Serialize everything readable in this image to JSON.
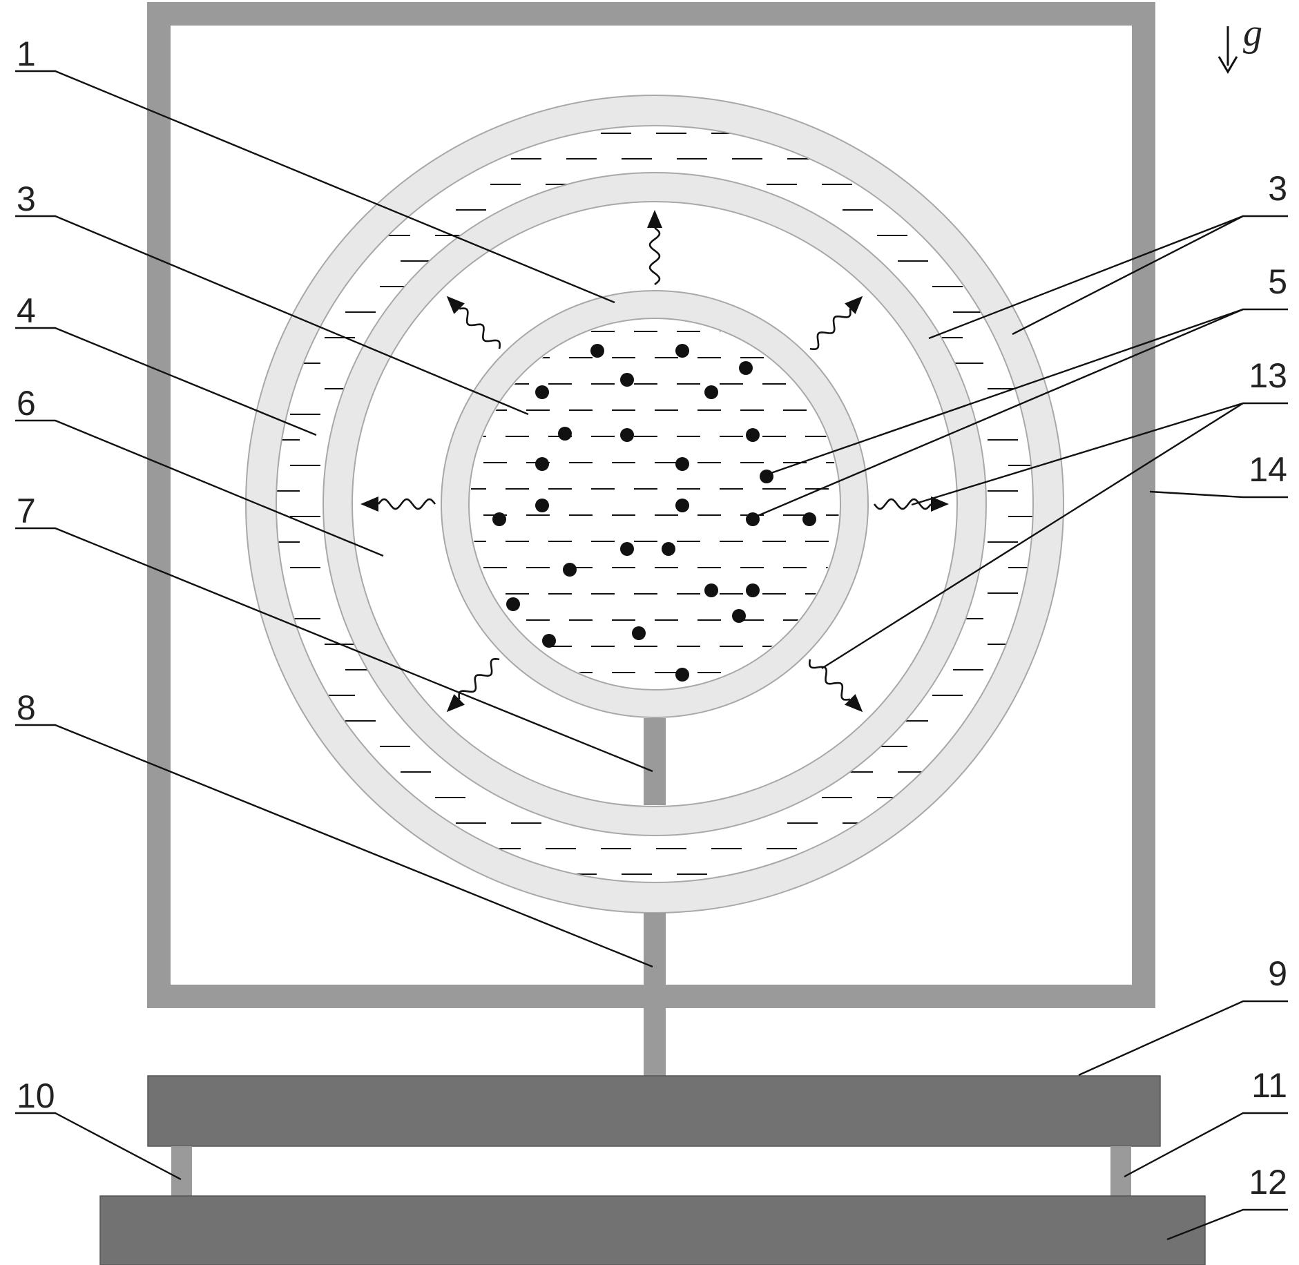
{
  "gravity": {
    "symbol": "g"
  },
  "labels": {
    "l1": "1",
    "l3_left": "3",
    "l3_right": "3",
    "l4": "4",
    "l5": "5",
    "l6": "6",
    "l7": "7",
    "l8": "8",
    "l9": "9",
    "l10": "10",
    "l11": "11",
    "l12": "12",
    "l13": "13",
    "l14": "14"
  },
  "colors": {
    "frame": "#9a9a9a",
    "shell": "#e8e8e8",
    "shell_edge": "#a8a8a8",
    "rod": "#9a9a9a",
    "base": "#727272",
    "ink": "#111111"
  }
}
